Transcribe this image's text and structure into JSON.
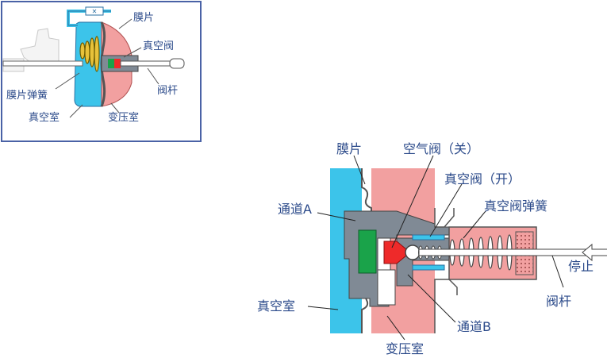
{
  "inset": {
    "labels": {
      "diaphragm": "膜片",
      "vacuum_valve": "真空阀",
      "valve_rod": "阀杆",
      "diaphragm_spring": "膜片弹簧",
      "vacuum_chamber": "真空室",
      "variable_chamber": "变压室"
    }
  },
  "detail": {
    "labels": {
      "diaphragm": "膜片",
      "air_valve": "空气阀（关）",
      "vacuum_valve": "真空阀（开）",
      "vacuum_valve_spring": "真空阀弹簧",
      "passage_a": "通道A",
      "stop": "停止",
      "vacuum_chamber": "真空室",
      "valve_rod": "阀杆",
      "passage_b": "通道B",
      "variable_chamber": "变压室"
    }
  },
  "colors": {
    "vacuum": "#3cc4ea",
    "variable": "#f2a0a0",
    "body_gray": "#808a95",
    "valve_red": "#ee2a2a",
    "reaction_green": "#1aa34a",
    "frame_blue": "#4a62a6",
    "label_blue": "#2b4a8a"
  }
}
